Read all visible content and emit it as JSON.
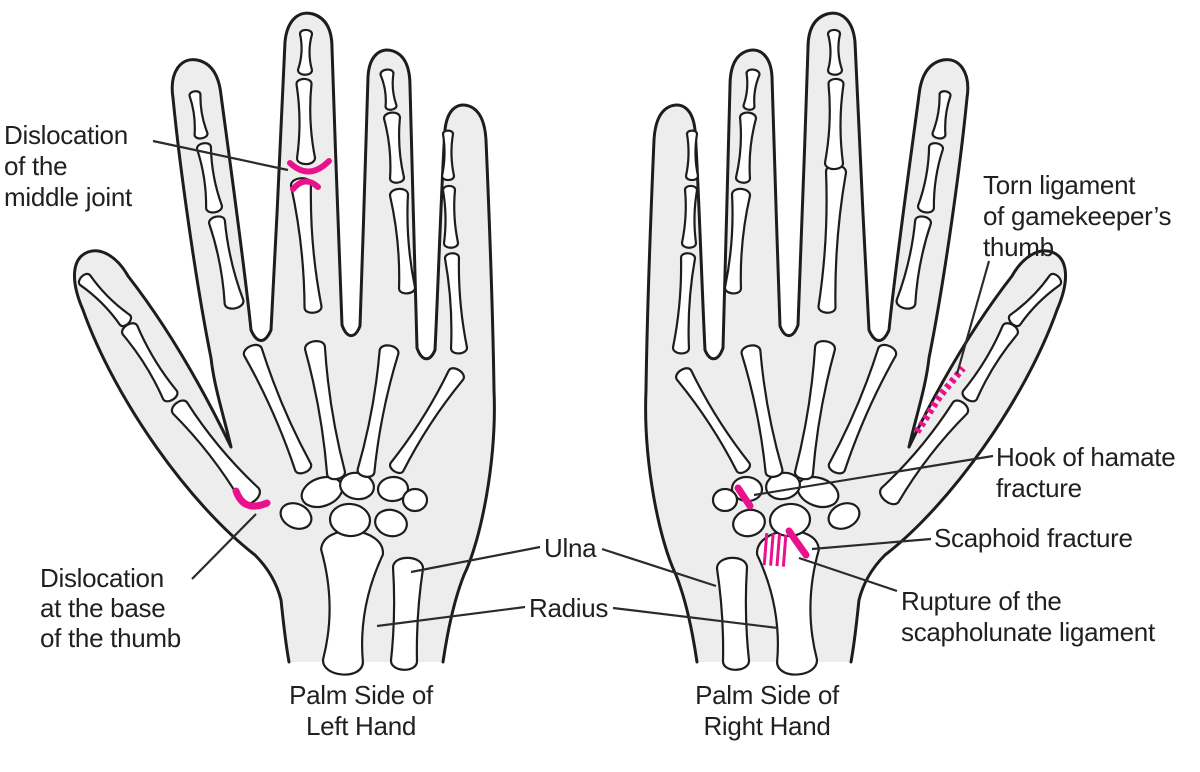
{
  "figure": {
    "type": "medical line-art illustration",
    "subject": "Common fractures, dislocations and ligament injuries of the hand and wrist, palm view of both hands"
  },
  "colors": {
    "highlight_pink": "#e9118c",
    "text_ink": "#231f20",
    "hand_fill": "#ededed",
    "outline": "#1d1d1d"
  },
  "labels": {
    "dislocation_middle_joint": "Dislocation\nof the\nmiddle joint",
    "dislocation_thumb_base": "Dislocation\nat the base\nof the thumb",
    "ulna": "Ulna",
    "radius": "Radius",
    "torn_ligament_gamekeepers_thumb": "Torn ligament\nof gamekeeper’s\nthumb",
    "hook_of_hamate_fracture": "Hook of hamate\nfracture",
    "scaphoid_fracture": "Scaphoid fracture",
    "rupture_scapholunate_ligament": "Rupture of the\nscapholunate ligament",
    "caption_left_hand": "Palm Side of\nLeft Hand",
    "caption_right_hand": "Palm Side of\nRight Hand"
  }
}
